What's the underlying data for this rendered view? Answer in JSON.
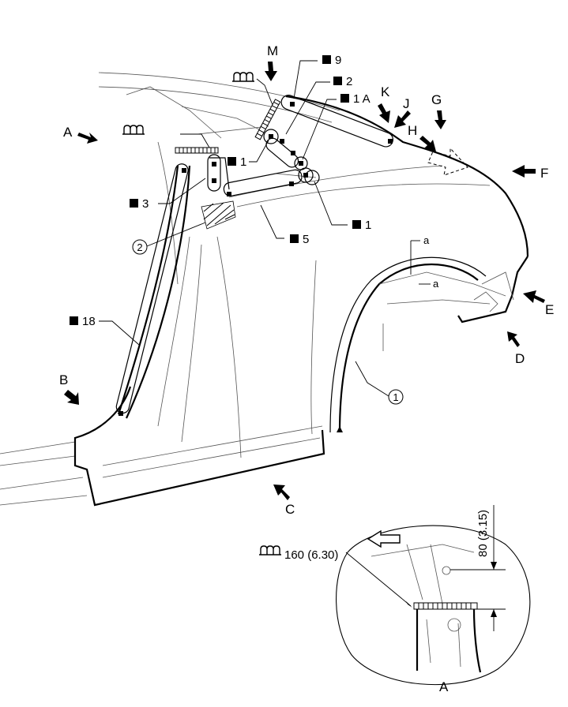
{
  "arrow_labels": {
    "A": "A",
    "B": "B",
    "C": "C",
    "D": "D",
    "E": "E",
    "F": "F",
    "G": "G",
    "H": "H",
    "J": "J",
    "K": "K",
    "M": "M"
  },
  "spot_weld_labels": {
    "w9": "9",
    "w2": "2",
    "w1a": "1 A",
    "w1_left": "1",
    "w1_right": "1",
    "w3": "3",
    "w5": "5",
    "w18": "18"
  },
  "circled_labels": {
    "c1": "1",
    "c2": "2"
  },
  "section_labels": {
    "a_top": "a",
    "a_bottom": "a"
  },
  "detail": {
    "sealer_length": "160 (6.30)",
    "dimension": "80 (3.15)",
    "view_label": "A"
  },
  "icons": {
    "sealer": "sealer-icon",
    "spot_weld": "square-icon"
  }
}
